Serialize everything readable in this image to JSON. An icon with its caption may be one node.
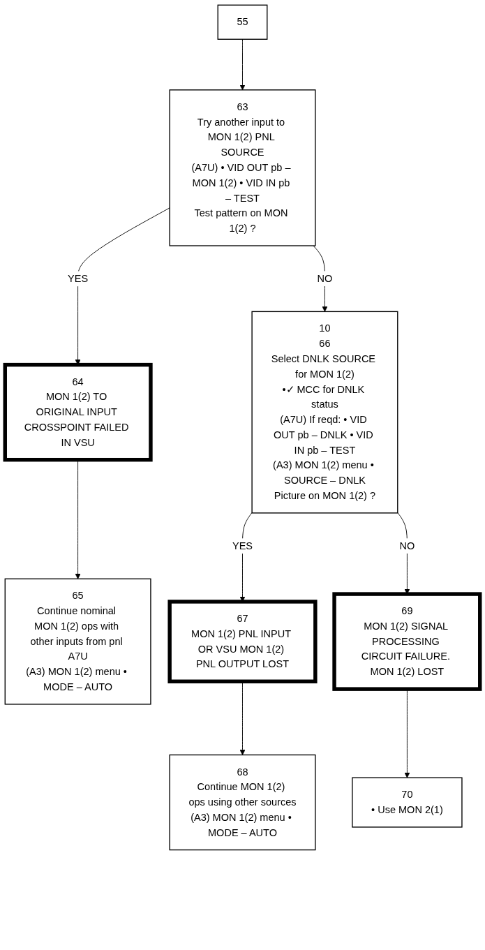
{
  "diagram": {
    "nodes": [
      {
        "text": [
          "55"
        ]
      },
      {
        "text": [
          "63",
          "Try another input to MON 1(2) PNL SOURCE",
          "(A7U) • VID OUT pb – MON 1(2) • VID IN pb – TEST",
          "Test pattern on MON 1(2) ?"
        ]
      },
      {
        "text": [
          "64",
          "MON 1(2) TO ORIGINAL INPUT CROSSPOINT FAILED IN VSU"
        ]
      },
      {
        "text": [
          "65",
          "Continue nominal MON 1(2) ops with other inputs from pnl A7U",
          "(A3) MON 1(2) menu • MODE – AUTO"
        ]
      },
      {
        "text": [
          "10",
          "66",
          "Select DNLK SOURCE for MON 1(2)",
          "•✓ MCC for DNLK status",
          "(A7U) If reqd: • VID OUT pb – DNLK • VID IN pb – TEST",
          "(A3) MON 1(2) menu • SOURCE – DNLK",
          "Picture on MON 1(2) ?"
        ]
      },
      {
        "text": [
          "67",
          "MON 1(2) PNL INPUT OR VSU MON 1(2) PNL OUTPUT LOST"
        ]
      },
      {
        "text": [
          "68",
          "Continue MON 1(2) ops using other sources",
          "(A3) MON 1(2) menu • MODE – AUTO"
        ]
      },
      {
        "text": [
          "69",
          "MON 1(2) SIGNAL PROCESSING CIRCUIT FAILURE. MON 1(2) LOST"
        ]
      },
      {
        "text": [
          "70",
          "• Use MON 2(1)"
        ]
      }
    ],
    "edges": [
      {
        "from": 0,
        "to": 1,
        "arrow": "to"
      },
      {
        "from": 1,
        "to": 2,
        "arrow": "to",
        "label": "YES"
      },
      {
        "from": 2,
        "to": 3,
        "arrow": "to"
      },
      {
        "from": 1,
        "to": 4,
        "arrow": "to",
        "label": "NO"
      },
      {
        "from": 4,
        "to": 5,
        "arrow": "to",
        "label": "YES"
      },
      {
        "from": 5,
        "to": 6,
        "arrow": "to"
      },
      {
        "from": 4,
        "to": 7,
        "arrow": "to",
        "label": "NO"
      },
      {
        "from": 7,
        "to": 8,
        "arrow": "to"
      }
    ]
  }
}
